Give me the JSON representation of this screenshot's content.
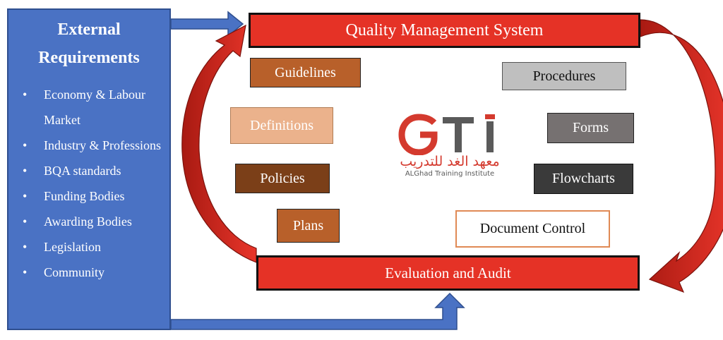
{
  "external": {
    "title_line1": "External",
    "title_line2": "Requirements",
    "items": [
      "Economy & Labour Market",
      "Industry & Professions",
      "BQA standards",
      "Funding Bodies",
      "Awarding Bodies",
      "Legislation",
      "Community"
    ]
  },
  "qms": {
    "label": "Quality Management System"
  },
  "eval": {
    "label": "Evaluation and Audit"
  },
  "boxes": {
    "guidelines": "Guidelines",
    "definitions": "Definitions",
    "policies": "Policies",
    "plans": "Plans",
    "procedures": "Procedures",
    "forms": "Forms",
    "flowcharts": "Flowcharts",
    "document_control": "Document Control"
  },
  "logo": {
    "letters": "GTI",
    "arabic": "معهد الغد للتدريب",
    "english": "ALGhad Training Institute"
  },
  "colors": {
    "panel_blue": "#4a72c4",
    "bar_red": "#e53226",
    "arrow_red": "#d8281e",
    "logo_red": "#d43a2e",
    "logo_grey": "#5a5a5a"
  }
}
